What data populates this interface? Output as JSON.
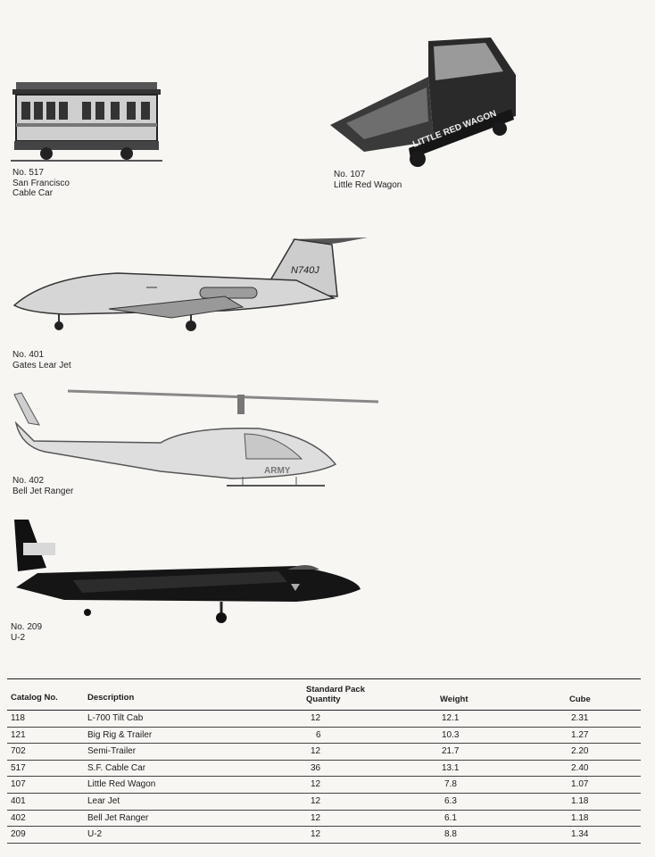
{
  "items": [
    {
      "number": "No. 517",
      "name_line1": "San Francisco",
      "name_line2": "Cable Car"
    },
    {
      "number": "No. 107",
      "name_line1": "Little Red Wagon",
      "name_line2": ""
    },
    {
      "number": "No. 401",
      "name_line1": "Gates Lear Jet",
      "name_line2": ""
    },
    {
      "number": "No. 402",
      "name_line1": "Bell Jet Ranger",
      "name_line2": ""
    },
    {
      "number": "No. 209",
      "name_line1": "U-2",
      "name_line2": ""
    }
  ],
  "graphics_text": {
    "wagon": "LITTLE RED WAGON",
    "jet_tail": "N740J",
    "heli": "ARMY"
  },
  "table": {
    "headers": {
      "catalog": "Catalog No.",
      "description": "Description",
      "pack_line1": "Standard Pack",
      "pack_line2": "Quantity",
      "weight": "Weight",
      "cube": "Cube"
    },
    "rows": [
      {
        "catalog": "118",
        "description": "L-700 Tilt Cab",
        "qty": "12",
        "weight": "12.1",
        "cube": "2.31"
      },
      {
        "catalog": "121",
        "description": "Big Rig & Trailer",
        "qty": "6",
        "weight": "10.3",
        "cube": "1.27"
      },
      {
        "catalog": "702",
        "description": "Semi-Trailer",
        "qty": "12",
        "weight": "21.7",
        "cube": "2.20"
      },
      {
        "catalog": "517",
        "description": "S.F. Cable Car",
        "qty": "36",
        "weight": "13.1",
        "cube": "2.40"
      },
      {
        "catalog": "107",
        "description": "Little Red Wagon",
        "qty": "12",
        "weight": "7.8",
        "cube": "1.07"
      },
      {
        "catalog": "401",
        "description": "Lear Jet",
        "qty": "12",
        "weight": "6.3",
        "cube": "1.18"
      },
      {
        "catalog": "402",
        "description": "Bell Jet Ranger",
        "qty": "12",
        "weight": "6.1",
        "cube": "1.18"
      },
      {
        "catalog": "209",
        "description": "U-2",
        "qty": "12",
        "weight": "8.8",
        "cube": "1.34"
      }
    ]
  }
}
